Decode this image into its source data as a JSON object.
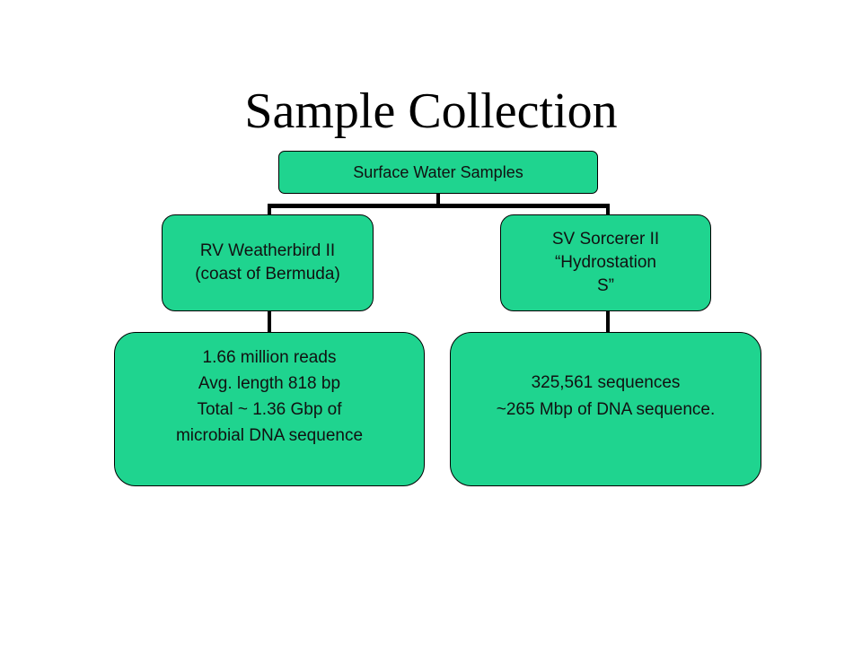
{
  "title": "Sample Collection",
  "colors": {
    "node_fill": "#1fd48f",
    "connector": "#000000",
    "text": "#111111"
  },
  "diagram": {
    "root": "Surface Water Samples",
    "left_branch": {
      "label": "RV Weatherbird II\n(coast of Bermuda)",
      "detail": "1.66 million reads\nAvg. length 818 bp\nTotal ~ 1.36 Gbp of\nmicrobial DNA sequence"
    },
    "right_branch": {
      "label": "SV Sorcerer II\n“Hydrostation\nS”",
      "detail": "325,561 sequences\n~265 Mbp of DNA sequence."
    }
  }
}
